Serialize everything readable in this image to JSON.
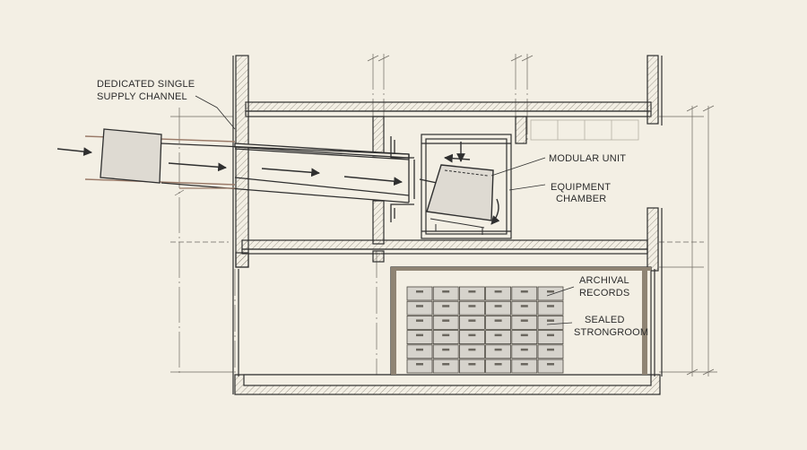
{
  "labels": {
    "supply_line1": "DEDICATED SINGLE",
    "supply_line2": "SUPPLY CHANNEL",
    "modular_unit": "MODULAR UNIT",
    "equipment_line1": "EQUIPMENT",
    "equipment_line2": "CHAMBER",
    "archival_line1": "ARCHIVAL",
    "archival_line2": "RECORDS",
    "sealed_line1": "SEALED",
    "sealed_line2": "STRONGROOM"
  },
  "colors": {
    "background": "#f3efe4",
    "ink": "#2f2f2f",
    "hatch": "#8a857a",
    "accent_line": "#9a7a68",
    "unit_fill": "#dedad2",
    "cabinet_fill": "#d6d3cc",
    "strongroom_wall": "#8f8474"
  },
  "cabinets": {
    "columns": 6,
    "rows": 6
  }
}
